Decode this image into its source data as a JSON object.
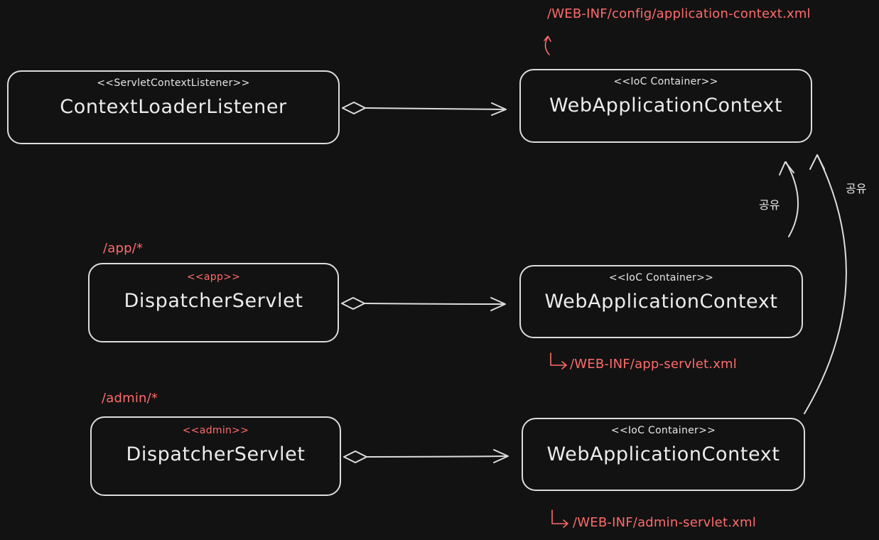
{
  "listener": {
    "stereotype": "<<ServletContextListener>>",
    "title": "ContextLoaderListener"
  },
  "root_context": {
    "stereotype": "<<IoC Container>>",
    "title": "WebApplicationContext",
    "config_path": "/WEB-INF/config/application-context.xml"
  },
  "app_servlet": {
    "mapping": "/app/*",
    "stereotype": "<<app>>",
    "title": "DispatcherServlet"
  },
  "app_context": {
    "stereotype": "<<IoC Container>>",
    "title": "WebApplicationContext",
    "config_path": "/WEB-INF/app-servlet.xml"
  },
  "admin_servlet": {
    "mapping": "/admin/*",
    "stereotype": "<<admin>>",
    "title": "DispatcherServlet"
  },
  "admin_context": {
    "stereotype": "<<IoC Container>>",
    "title": "WebApplicationContext",
    "config_path": "/WEB-INF/admin-servlet.xml"
  },
  "share_labels": {
    "from_app": "공유",
    "from_admin": "공유"
  },
  "colors": {
    "background": "#121212",
    "stroke": "#dcdcdc",
    "text": "#ececec",
    "accent": "#ff6b6b"
  }
}
